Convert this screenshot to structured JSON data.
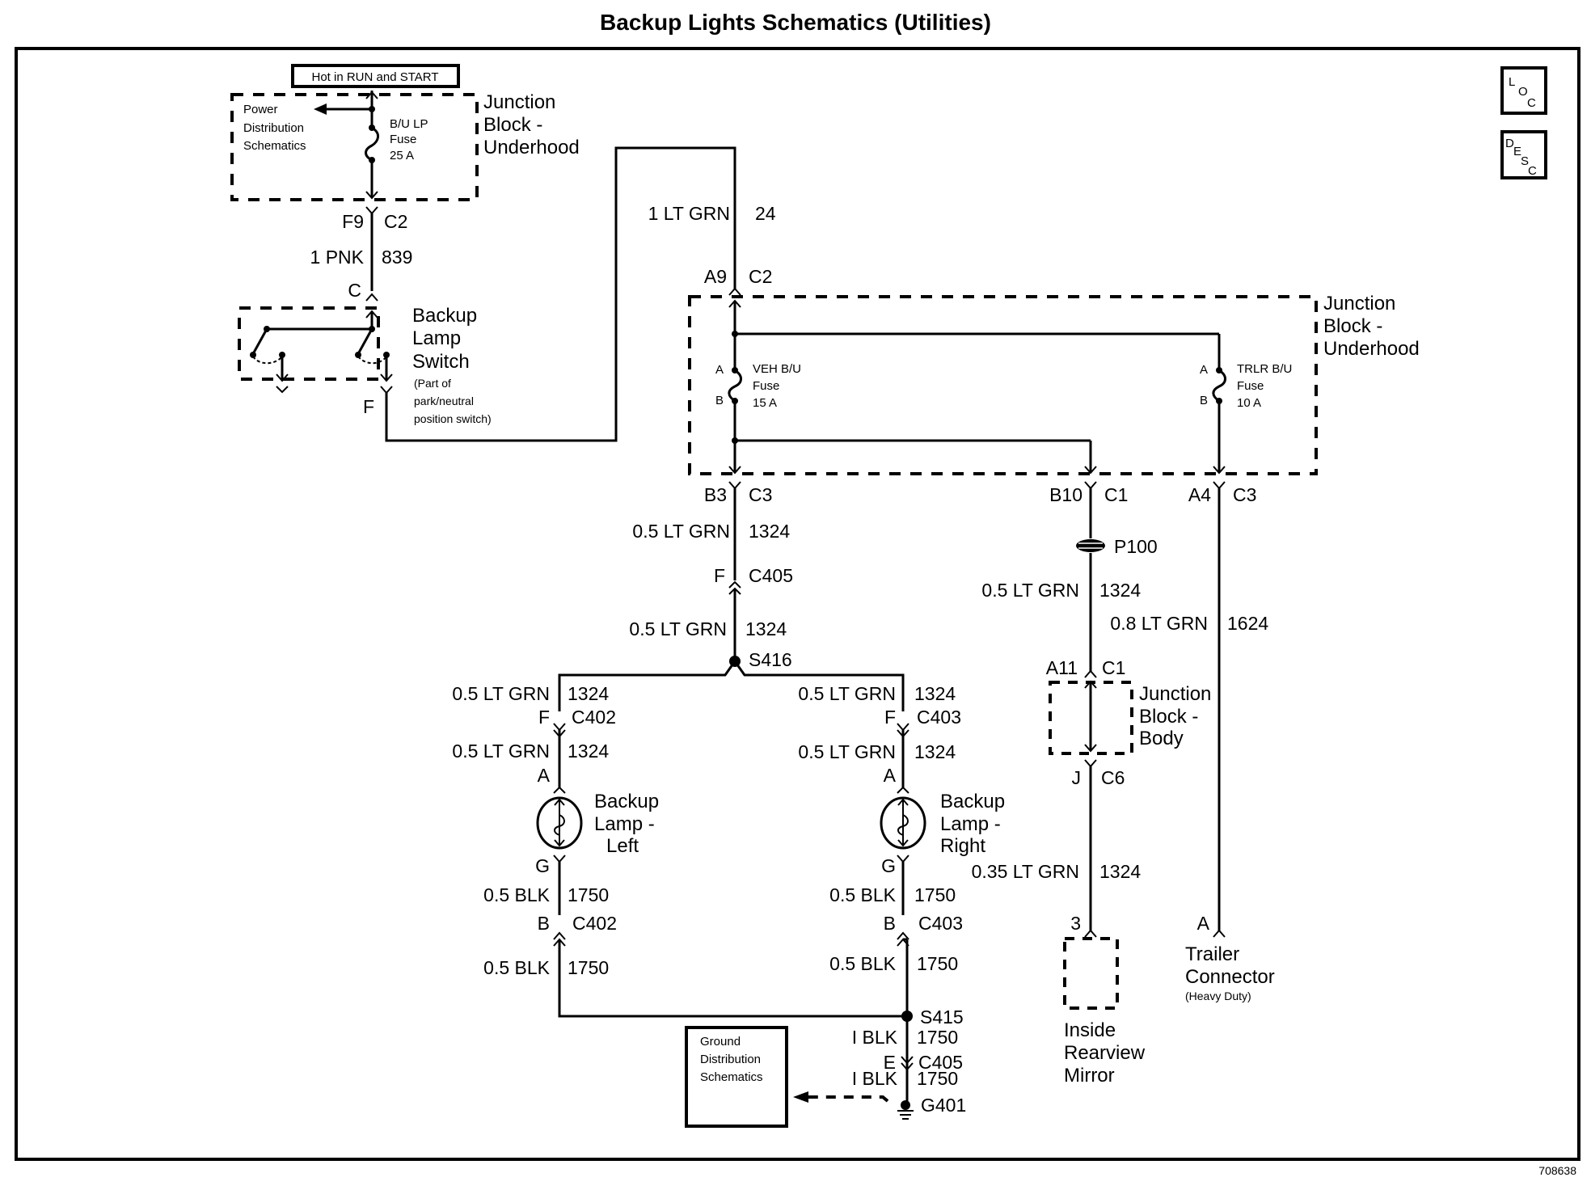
{
  "title": "Backup Lights Schematics (Utilities)",
  "doc_id": "708638",
  "nav_buttons": {
    "loc": [
      "L",
      "O",
      "C"
    ],
    "desc": [
      "D",
      "E",
      "S",
      "C"
    ]
  },
  "top_left": {
    "hot_label": "Hot in RUN and START",
    "pds_lines": [
      "Power",
      "Distribution",
      "Schematics"
    ],
    "fuse_lines": [
      "B/U LP",
      "Fuse",
      "25 A"
    ],
    "jb_lines": [
      "Junction",
      "Block -",
      "Underhood"
    ],
    "conn_f9": "F9",
    "conn_c2": "C2",
    "wire_839_gauge": "1 PNK",
    "wire_839_circuit": "839",
    "pin_c": "C",
    "switch_lines": [
      "Backup",
      "Lamp",
      "Switch"
    ],
    "switch_note_lines": [
      "(Part of",
      "park/neutral",
      "position  switch)"
    ],
    "pin_f": "F"
  },
  "jb_underhood": {
    "wire_24_gauge": "1 LT GRN",
    "wire_24_circuit": "24",
    "in_pin": "A9",
    "in_conn": "C2",
    "label_lines": [
      "Junction",
      "Block -",
      "Underhood"
    ],
    "veh_fuse": {
      "pin_a": "A",
      "pin_b": "B",
      "lines": [
        "VEH B/U",
        "Fuse",
        "15 A"
      ]
    },
    "trlr_fuse": {
      "pin_a": "A",
      "pin_b": "B",
      "lines": [
        "TRLR B/U",
        "Fuse",
        "10 A"
      ]
    },
    "out1_pin": "B3",
    "out1_conn": "C3",
    "out2_pin": "B10",
    "out2_conn": "C1",
    "out3_pin": "A4",
    "out3_conn": "C3"
  },
  "left_chain": {
    "w1_gauge": "0.5 LT GRN",
    "w1_circuit": "1324",
    "c405_pin": "F",
    "c405_conn": "C405",
    "w2_gauge": "0.5 LT GRN",
    "w2_circuit": "1324",
    "splice": "S416"
  },
  "lamp_left": {
    "w1_gauge": "0.5 LT GRN",
    "w1_circuit": "1324",
    "conn_pin": "F",
    "conn": "C402",
    "w2_gauge": "0.5 LT GRN",
    "w2_circuit": "1324",
    "pin_a": "A",
    "label_lines": [
      "Backup",
      "Lamp -",
      "Left"
    ],
    "pin_g": "G",
    "w3_gauge": "0.5 BLK",
    "w3_circuit": "1750",
    "gconn_pin": "B",
    "gconn": "C402",
    "w4_gauge": "0.5 BLK",
    "w4_circuit": "1750"
  },
  "lamp_right": {
    "w1_gauge": "0.5 LT GRN",
    "w1_circuit": "1324",
    "conn_pin": "F",
    "conn": "C403",
    "w2_gauge": "0.5 LT GRN",
    "w2_circuit": "1324",
    "pin_a": "A",
    "label_lines": [
      "Backup",
      "Lamp -",
      "Right"
    ],
    "pin_g": "G",
    "w3_gauge": "0.5 BLK",
    "w3_circuit": "1750",
    "gconn_pin": "B",
    "gconn": "C403",
    "w4_gauge": "0.5 BLK",
    "w4_circuit": "1750"
  },
  "ground": {
    "splice": "S415",
    "w1_gauge": "I BLK",
    "w1_circuit": "1750",
    "conn_pin": "E",
    "conn": "C405",
    "w2_gauge": "I BLK",
    "w2_circuit": "1750",
    "ground_id": "G401",
    "gds_lines": [
      "Ground",
      "Distribution",
      "Schematics"
    ]
  },
  "mirror_chain": {
    "pass_through": "P100",
    "w1_gauge": "0.5 LT GRN",
    "w1_circuit": "1324",
    "jb_in_pin": "A11",
    "jb_in_conn": "C1",
    "jb_lines": [
      "Junction",
      "Block -",
      "Body"
    ],
    "jb_out_pin": "J",
    "jb_out_conn": "C6",
    "w2_gauge": "0.35 LT GRN",
    "w2_circuit": "1324",
    "mirror_pin": "3",
    "mirror_lines": [
      "Inside",
      "Rearview",
      "Mirror"
    ]
  },
  "trailer_chain": {
    "w1_gauge": "0.8 LT GRN",
    "w1_circuit": "1624",
    "pin": "A",
    "label_lines": [
      "Trailer",
      "Connector"
    ],
    "note": "(Heavy Duty)"
  }
}
